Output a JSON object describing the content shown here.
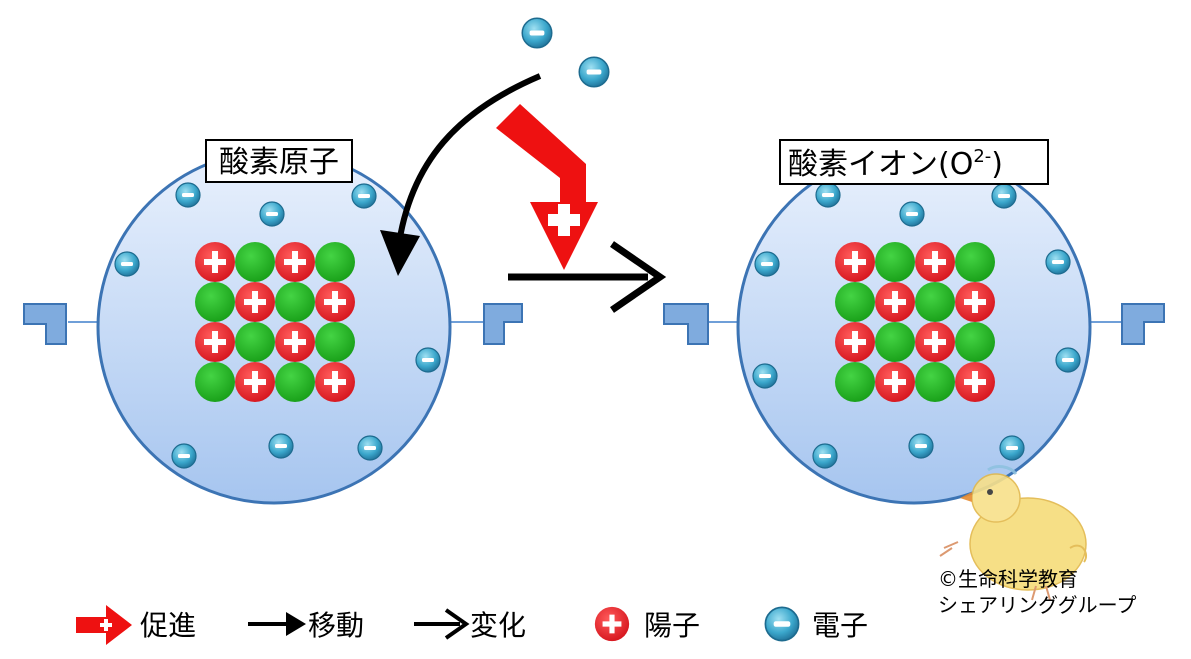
{
  "diagram": {
    "left_atom_label": "酸素原子",
    "right_atom_label_main": "酸素イオン(O",
    "right_atom_label_sup": "2-",
    "right_atom_label_end": ")",
    "colors": {
      "atom_fill_top": "#e6effc",
      "atom_fill_bottom": "#a9c8f0",
      "atom_stroke": "#3c74b4",
      "proton": "#e0202a",
      "neutron": "#22b022",
      "electron": "#3aa0c8",
      "promote_arrow": "#ee1111",
      "connector": "#6f9fd8"
    }
  },
  "legend": {
    "promote": "促進",
    "move": "移動",
    "change": "変化",
    "proton": "陽子",
    "electron": "電子"
  },
  "credit": {
    "line1": "©生命科学教育",
    "line2": "シェアリンググループ"
  }
}
